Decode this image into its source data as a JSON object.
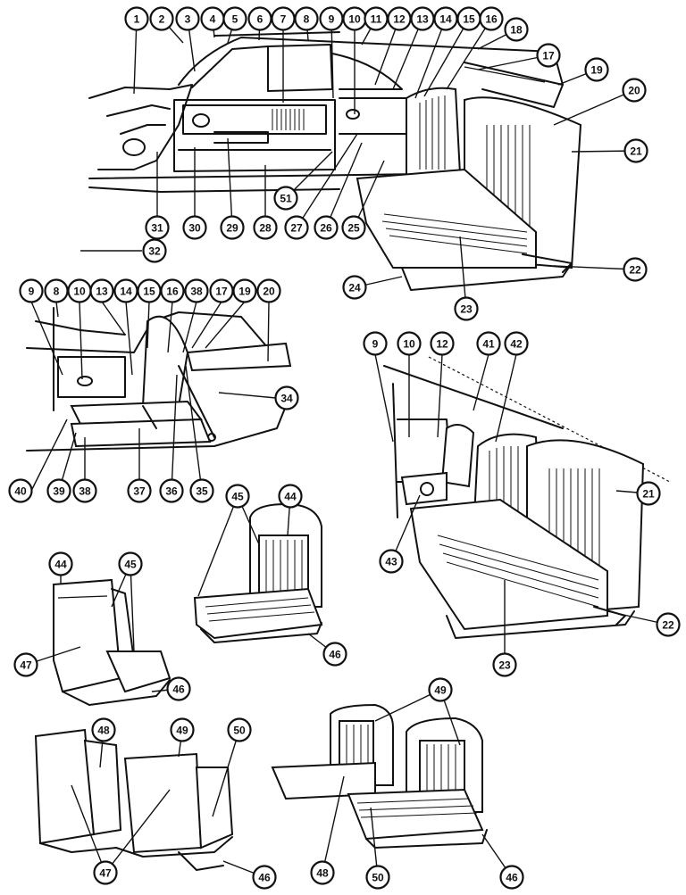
{
  "callouts": [
    {
      "id": "c1",
      "label": "1"
    },
    {
      "id": "c2",
      "label": "2"
    },
    {
      "id": "c3",
      "label": "3"
    },
    {
      "id": "c4",
      "label": "4"
    },
    {
      "id": "c5",
      "label": "5"
    },
    {
      "id": "c6",
      "label": "6"
    },
    {
      "id": "c7",
      "label": "7"
    },
    {
      "id": "c8",
      "label": "8"
    },
    {
      "id": "c9",
      "label": "9"
    },
    {
      "id": "c10",
      "label": "10"
    },
    {
      "id": "c11",
      "label": "11"
    },
    {
      "id": "c12",
      "label": "12"
    },
    {
      "id": "c13",
      "label": "13"
    },
    {
      "id": "c14",
      "label": "14"
    },
    {
      "id": "c15",
      "label": "15"
    },
    {
      "id": "c16",
      "label": "16"
    },
    {
      "id": "c18",
      "label": "18"
    },
    {
      "id": "c17",
      "label": "17"
    },
    {
      "id": "c19",
      "label": "19"
    },
    {
      "id": "c20",
      "label": "20"
    },
    {
      "id": "c21",
      "label": "21"
    },
    {
      "id": "c22",
      "label": "22"
    },
    {
      "id": "c23",
      "label": "23"
    },
    {
      "id": "c24",
      "label": "24"
    },
    {
      "id": "c25",
      "label": "25"
    },
    {
      "id": "c26",
      "label": "26"
    },
    {
      "id": "c27",
      "label": "27"
    },
    {
      "id": "c51",
      "label": "51"
    },
    {
      "id": "c28",
      "label": "28"
    },
    {
      "id": "c29",
      "label": "29"
    },
    {
      "id": "c30",
      "label": "30"
    },
    {
      "id": "c31",
      "label": "31"
    },
    {
      "id": "c32",
      "label": "32"
    },
    {
      "id": "d9",
      "label": "9"
    },
    {
      "id": "d8",
      "label": "8"
    },
    {
      "id": "d10",
      "label": "10"
    },
    {
      "id": "d13",
      "label": "13"
    },
    {
      "id": "d14",
      "label": "14"
    },
    {
      "id": "d15",
      "label": "15"
    },
    {
      "id": "d16",
      "label": "16"
    },
    {
      "id": "d38a",
      "label": "38"
    },
    {
      "id": "d17",
      "label": "17"
    },
    {
      "id": "d19",
      "label": "19"
    },
    {
      "id": "d20",
      "label": "20"
    },
    {
      "id": "d34",
      "label": "34"
    },
    {
      "id": "d40",
      "label": "40"
    },
    {
      "id": "d39",
      "label": "39"
    },
    {
      "id": "d38b",
      "label": "38"
    },
    {
      "id": "d37",
      "label": "37"
    },
    {
      "id": "d36",
      "label": "36"
    },
    {
      "id": "d35",
      "label": "35"
    },
    {
      "id": "e9",
      "label": "9"
    },
    {
      "id": "e10",
      "label": "10"
    },
    {
      "id": "e12",
      "label": "12"
    },
    {
      "id": "e41",
      "label": "41"
    },
    {
      "id": "e42",
      "label": "42"
    },
    {
      "id": "e21",
      "label": "21"
    },
    {
      "id": "e43",
      "label": "43"
    },
    {
      "id": "e22",
      "label": "22"
    },
    {
      "id": "e23",
      "label": "23"
    },
    {
      "id": "f45",
      "label": "45"
    },
    {
      "id": "f44",
      "label": "44"
    },
    {
      "id": "f46",
      "label": "46"
    },
    {
      "id": "g44",
      "label": "44"
    },
    {
      "id": "g45",
      "label": "45"
    },
    {
      "id": "g47",
      "label": "47"
    },
    {
      "id": "g46",
      "label": "46"
    },
    {
      "id": "h48",
      "label": "48"
    },
    {
      "id": "h49",
      "label": "49"
    },
    {
      "id": "h50",
      "label": "50"
    },
    {
      "id": "h47",
      "label": "47"
    },
    {
      "id": "h46",
      "label": "46"
    },
    {
      "id": "i49",
      "label": "49"
    },
    {
      "id": "i48",
      "label": "48"
    },
    {
      "id": "i50",
      "label": "50"
    },
    {
      "id": "i46",
      "label": "46"
    }
  ]
}
